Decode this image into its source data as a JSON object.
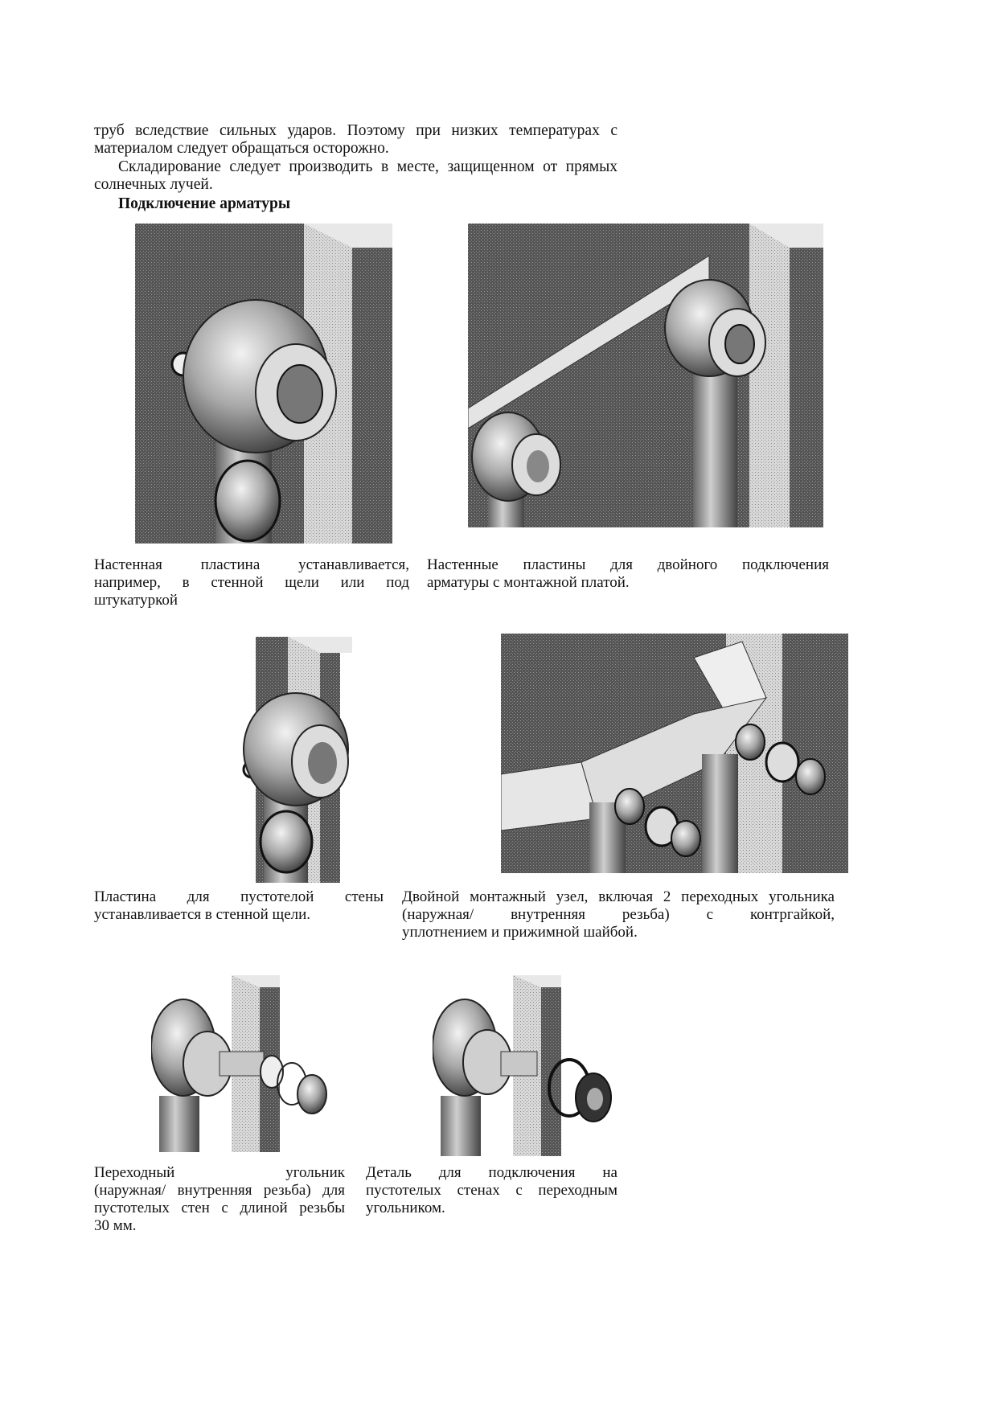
{
  "text": {
    "p1_line1": "труб вследствие сильных ударов. Поэтому при низких температурах с",
    "p1_line2": "материалом следует обращаться осторожно.",
    "p2_line1": "Складирование следует производить в месте, защищенном от прямых",
    "p2_line2": "солнечных лучей.",
    "heading": "Подключение арматуры"
  },
  "captions": {
    "fig1": [
      "Настенная пластина устанавливается,",
      "например, в стенной щели или под",
      "штукатуркой"
    ],
    "fig2": [
      "Настенные пластины для двойного подключения",
      "арматуры с монтажной платой."
    ],
    "fig3": [
      "Пластина для пустотелой стены",
      "устанавливается в стенной щели."
    ],
    "fig4": [
      "Двойной монтажный узел, включая 2 переходных угольника",
      "(наружная/ внутренняя резьба) с контргайкой,",
      "уплотнением и прижимной шайбой."
    ],
    "fig5": [
      "Переходный угольник",
      "(наружная/ внутренняя резьба) для",
      "пустотелых стен с длиной резьбы",
      "30 мм."
    ],
    "fig6": [
      "Деталь для подключения на",
      "пустотелых стенах с переходным",
      "угольником."
    ]
  },
  "figures": {
    "fig1": {
      "icon": "wall-plate-elbow-illustration"
    },
    "fig2": {
      "icon": "double-wall-plate-mounting-rail-illustration"
    },
    "fig3": {
      "icon": "hollow-wall-plate-illustration"
    },
    "fig4": {
      "icon": "double-mounting-unit-illustration"
    },
    "fig5": {
      "icon": "adapter-elbow-illustration"
    },
    "fig6": {
      "icon": "hollow-wall-connection-detail-illustration"
    }
  }
}
